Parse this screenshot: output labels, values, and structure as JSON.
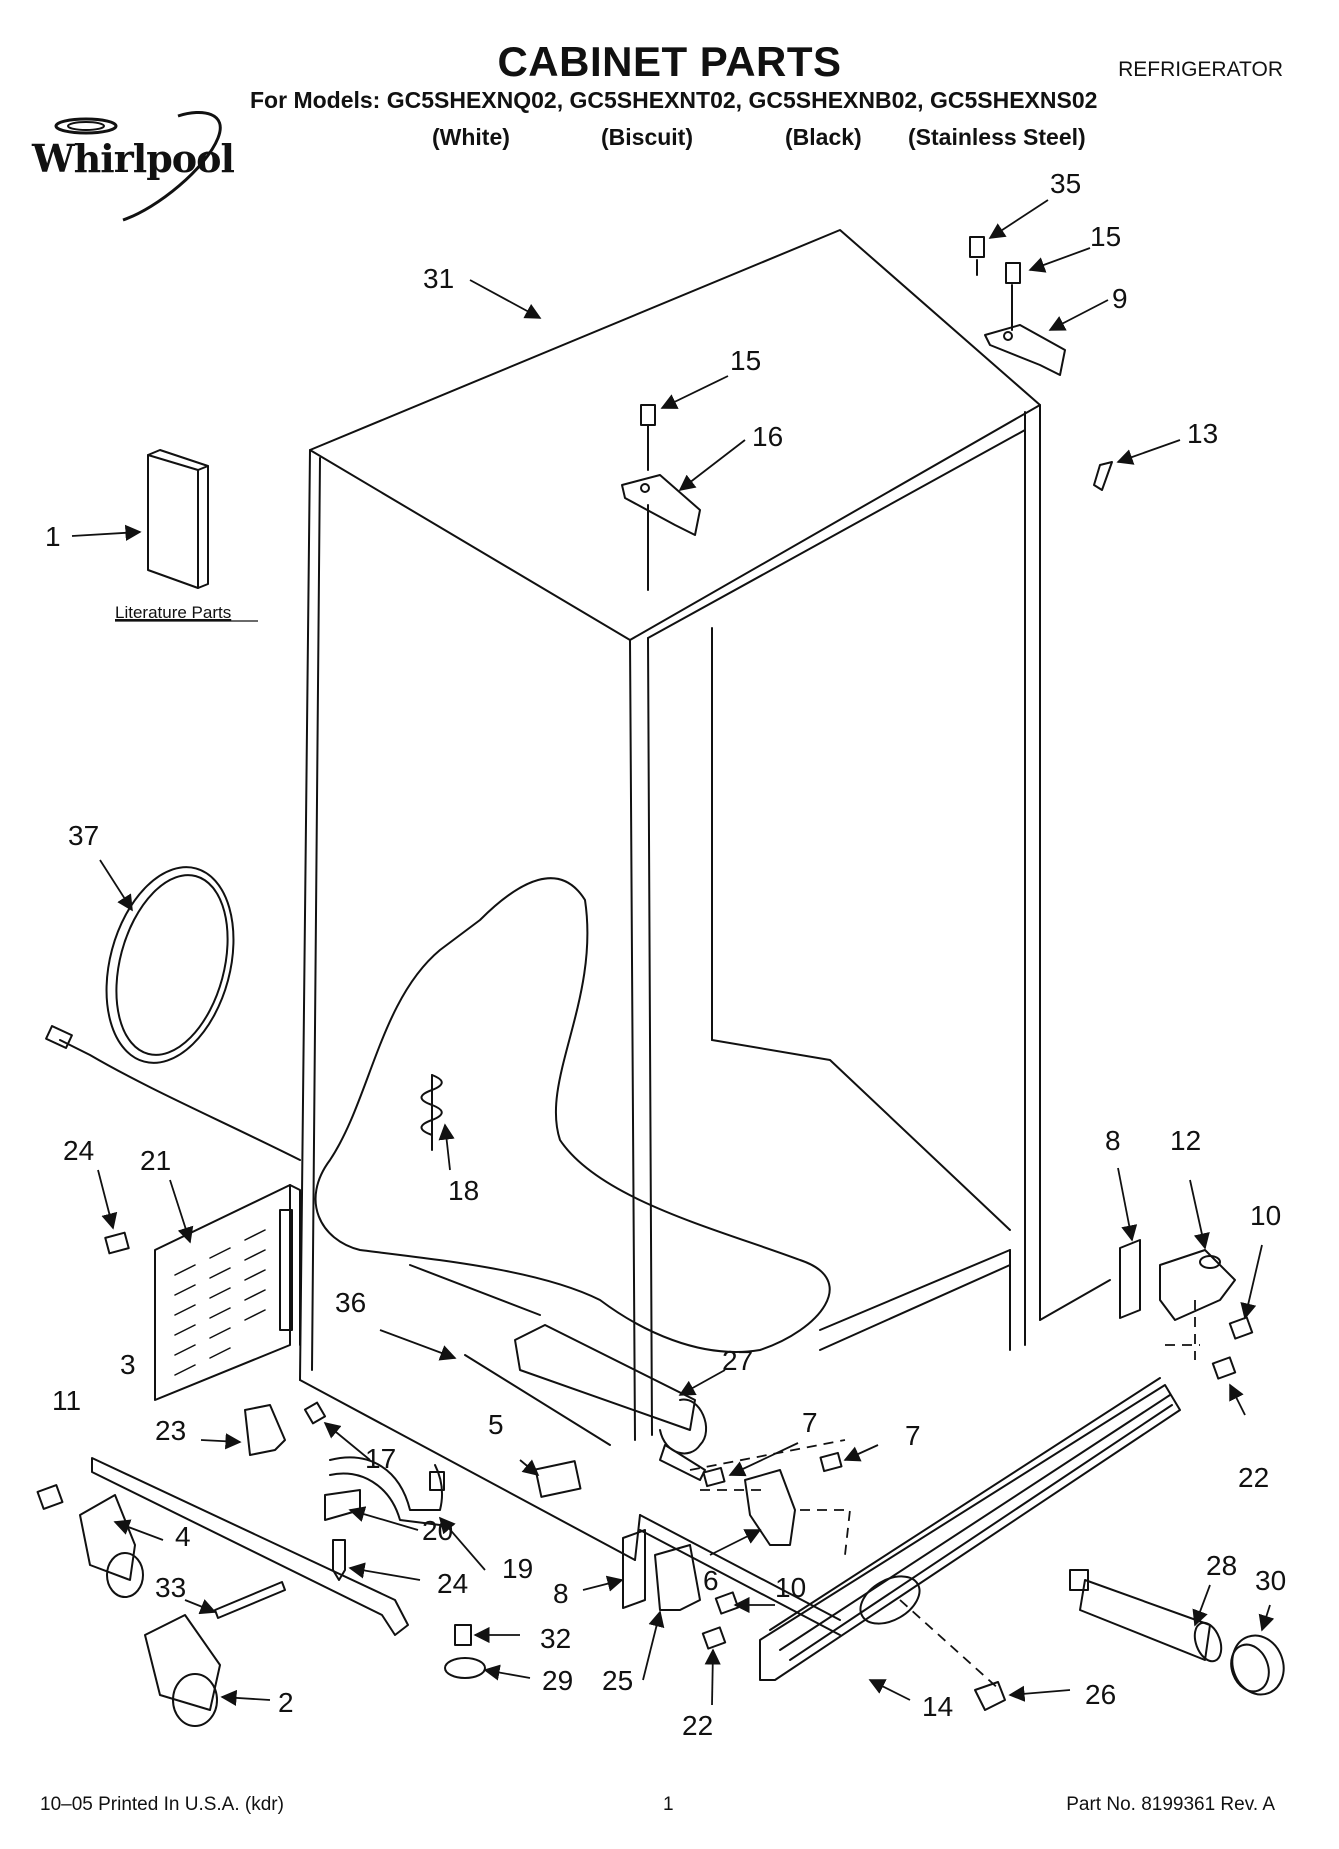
{
  "header": {
    "title": "CABINET PARTS",
    "category": "REFRIGERATOR",
    "models_line": "For Models: GC5SHEXNQ02, GC5SHEXNT02, GC5SHEXNB02, GC5SHEXNS02",
    "colors": [
      "(White)",
      "(Biscuit)",
      "(Black)",
      "(Stainless Steel)"
    ],
    "brand": "Whirlpool"
  },
  "literature_label": "Literature Parts",
  "callouts": [
    {
      "id": "c31",
      "label": "31"
    },
    {
      "id": "c35",
      "label": "35"
    },
    {
      "id": "c15a",
      "label": "15"
    },
    {
      "id": "c9",
      "label": "9"
    },
    {
      "id": "c15b",
      "label": "15"
    },
    {
      "id": "c16",
      "label": "16"
    },
    {
      "id": "c13",
      "label": "13"
    },
    {
      "id": "c1",
      "label": "1"
    },
    {
      "id": "c37",
      "label": "37"
    },
    {
      "id": "c18",
      "label": "18"
    },
    {
      "id": "c24a",
      "label": "24"
    },
    {
      "id": "c21",
      "label": "21"
    },
    {
      "id": "c8a",
      "label": "8"
    },
    {
      "id": "c12",
      "label": "12"
    },
    {
      "id": "c10a",
      "label": "10"
    },
    {
      "id": "c36",
      "label": "36"
    },
    {
      "id": "c27",
      "label": "27"
    },
    {
      "id": "c3",
      "label": "3"
    },
    {
      "id": "c11",
      "label": "11"
    },
    {
      "id": "c23",
      "label": "23"
    },
    {
      "id": "c17",
      "label": "17"
    },
    {
      "id": "c5",
      "label": "5"
    },
    {
      "id": "c7a",
      "label": "7"
    },
    {
      "id": "c7b",
      "label": "7"
    },
    {
      "id": "c22a",
      "label": "22"
    },
    {
      "id": "c4",
      "label": "4"
    },
    {
      "id": "c20",
      "label": "20"
    },
    {
      "id": "c19",
      "label": "19"
    },
    {
      "id": "c24b",
      "label": "24"
    },
    {
      "id": "c8b",
      "label": "8"
    },
    {
      "id": "c6",
      "label": "6"
    },
    {
      "id": "c10b",
      "label": "10"
    },
    {
      "id": "c28",
      "label": "28"
    },
    {
      "id": "c30",
      "label": "30"
    },
    {
      "id": "c33",
      "label": "33"
    },
    {
      "id": "c32",
      "label": "32"
    },
    {
      "id": "c29",
      "label": "29"
    },
    {
      "id": "c25",
      "label": "25"
    },
    {
      "id": "c22b",
      "label": "22"
    },
    {
      "id": "c14",
      "label": "14"
    },
    {
      "id": "c26",
      "label": "26"
    },
    {
      "id": "c2",
      "label": "2"
    }
  ],
  "footer": {
    "left": "10–05 Printed In U.S.A. (kdr)",
    "center": "1",
    "right": "Part No. 8199361 Rev. A"
  }
}
